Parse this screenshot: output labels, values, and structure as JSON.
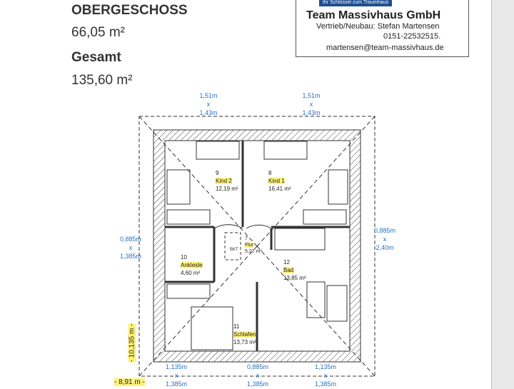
{
  "header": {
    "floor_title": "OBERGESCHOSS",
    "floor_area": "66,05 m²",
    "total_title": "Gesamt",
    "total_area": "135,60 m²"
  },
  "company": {
    "slogan": "Ihr Schlüssel zum Traumhaus",
    "name": "Team Massivhaus GmbH",
    "contact": "Vertrieb/Neubau: Stefan Martensen",
    "phone": "0151-22532515.",
    "email": "martensen@team-massivhaus.de"
  },
  "rooms": [
    {
      "number": "9",
      "name": "Kind 2",
      "area": "12,19 m²"
    },
    {
      "number": "8",
      "name": "Kind 1",
      "area": "16,41 m²"
    },
    {
      "number": "7",
      "name": "Flur",
      "area": "5,27 m²",
      "extra": "BKT"
    },
    {
      "number": "10",
      "name": "Ankleide",
      "area": "4,60 m²"
    },
    {
      "number": "12",
      "name": "Bad",
      "area": "13,85 m²"
    },
    {
      "number": "11",
      "name": "Schlafen",
      "area": "13,73 m²"
    }
  ],
  "windows": {
    "top_left": {
      "w": "1,51m",
      "x": "x",
      "h": "1,43m"
    },
    "top_right": {
      "w": "1,51m",
      "x": "x",
      "h": "1,43m"
    },
    "left": {
      "w": "0,885m",
      "x": "x",
      "h": "1,385m"
    },
    "right": {
      "w": "0,885m",
      "x": "x",
      "h": "2,40m"
    },
    "bottom_left": {
      "w": "1,135m",
      "x": "x",
      "h": "1,385m"
    },
    "bottom_mid": {
      "w": "0,885m",
      "x": "x",
      "h": "1,385m"
    },
    "bottom_right": {
      "w": "1,135m",
      "x": "x",
      "h": "1,385m"
    }
  },
  "overall": {
    "depth": "- 10,135 m -",
    "width": "- 8,91 m -"
  },
  "colors": {
    "dimension": "#2a6fc0",
    "highlight": "#fff27a",
    "brand": "#1e4f8f"
  }
}
